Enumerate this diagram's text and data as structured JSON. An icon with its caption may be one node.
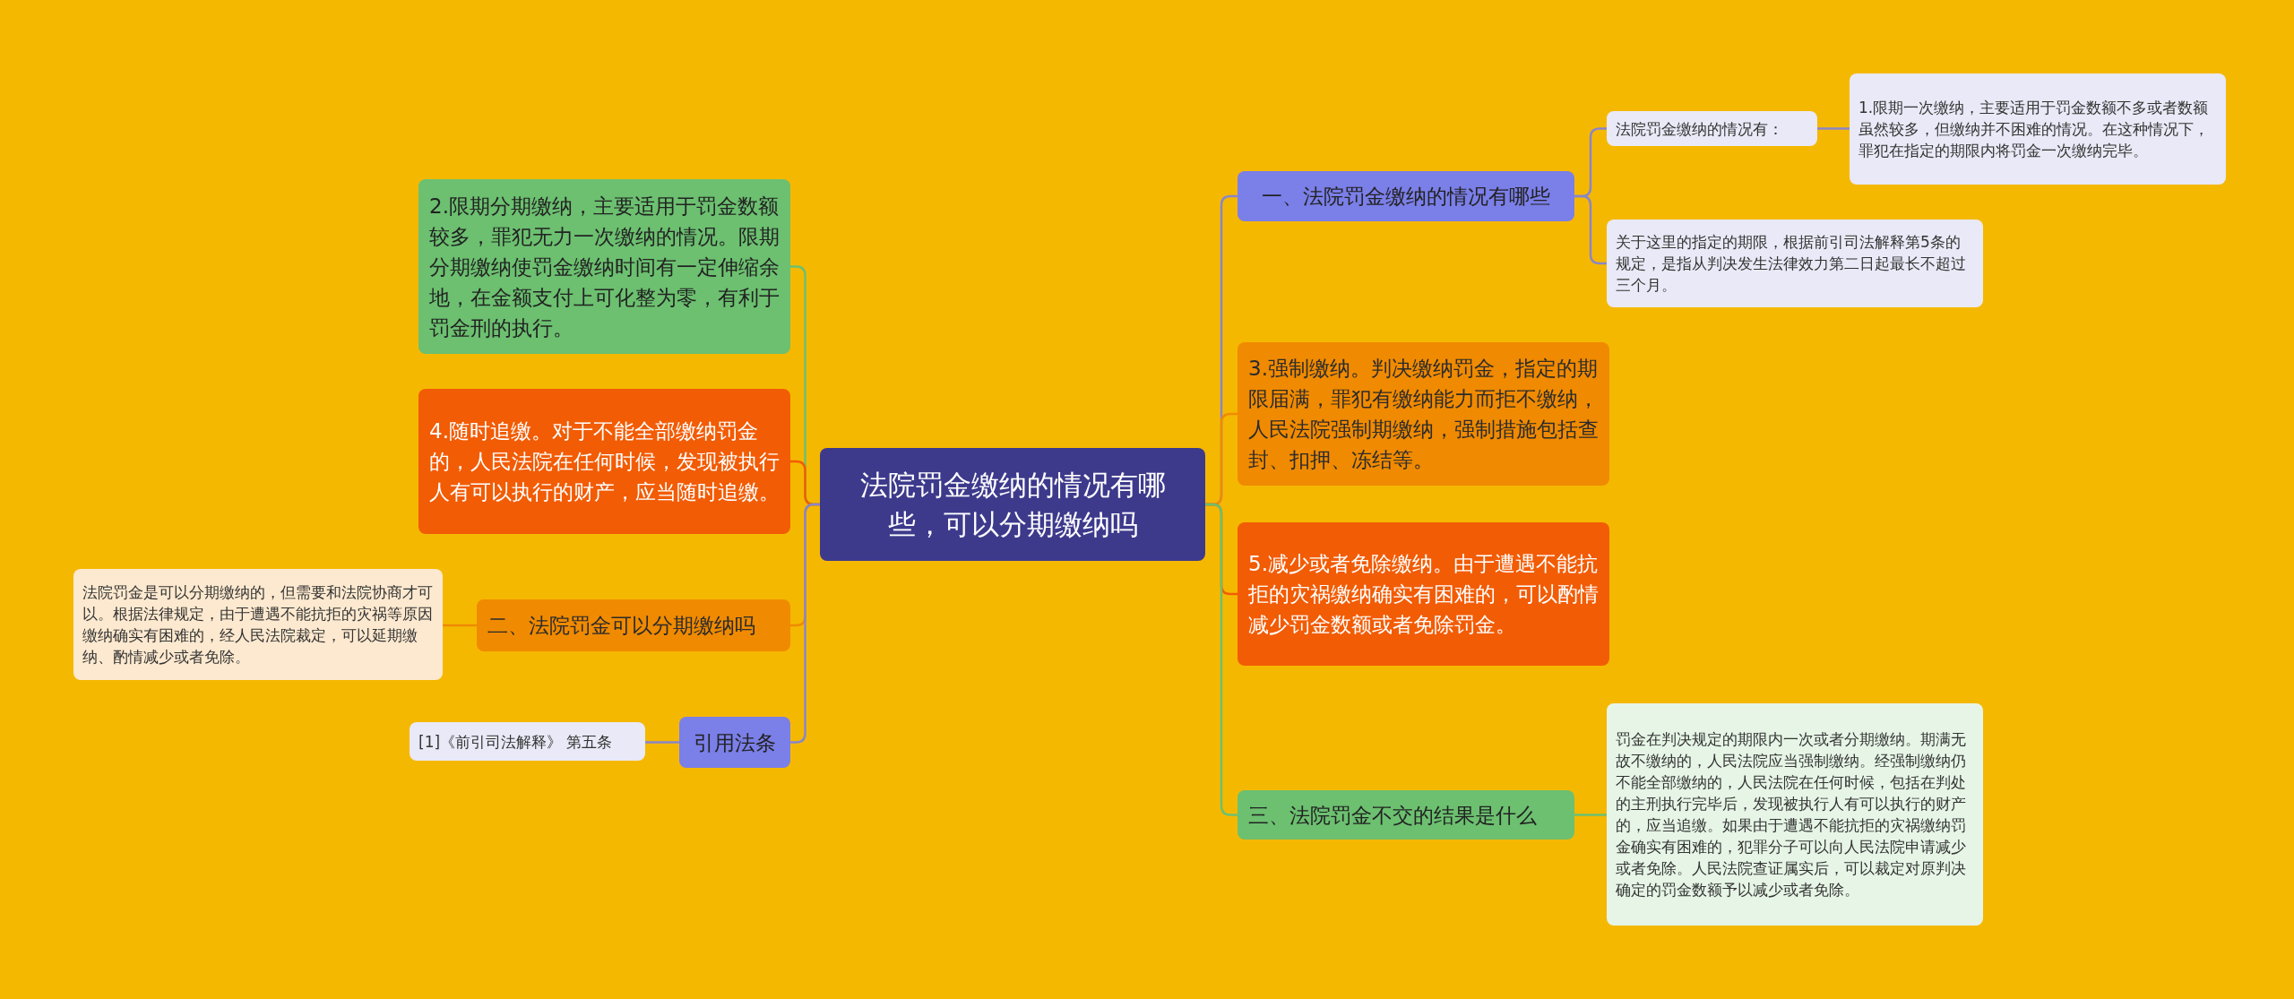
{
  "diagram": {
    "nodes": [
      {
        "text": [
          "法院罚金缴纳的情况有哪些，可以分期缴纳吗"
        ]
      },
      {
        "text": [
          "一、法院罚金缴纳的情况有哪些"
        ]
      },
      {
        "text": [
          "法院罚金缴纳的情况有："
        ]
      },
      {
        "text": [
          "1.限期一次缴纳，主要适用于罚金数额不多或者数额虽然较多，但缴纳并不困难的情况。在这种情况下，罪犯在指定的期限内将罚金一次缴纳完毕。"
        ]
      },
      {
        "text": [
          "关于这里的指定的期限，根据前引司法解释第5条的规定，是指从判决发生法律效力第二日起最长不超过三个月。"
        ]
      },
      {
        "text": [
          "3.强制缴纳。判决缴纳罚金，指定的期限届满，罪犯有缴纳能力而拒不缴纳，人民法院强制期缴纳，强制措施包括查封、扣押、冻结等。"
        ]
      },
      {
        "text": [
          "5.减少或者免除缴纳。由于遭遇不能抗拒的灾祸缴纳确实有困难的，可以酌情减少罚金数额或者免除罚金。"
        ]
      },
      {
        "text": [
          "三、法院罚金不交的结果是什么"
        ]
      },
      {
        "text": [
          "罚金在判决规定的期限内一次或者分期缴纳。期满无故不缴纳的，人民法院应当强制缴纳。经强制缴纳仍不能全部缴纳的，人民法院在任何时候，包括在判处的主刑执行完毕后，发现被执行人有可以执行的财产的，应当追缴。如果由于遭遇不能抗拒的灾祸缴纳罚金确实有困难的，犯罪分子可以向人民法院申请减少或者免除。人民法院查证属实后，可以裁定对原判决确定的罚金数额予以减少或者免除。"
        ]
      },
      {
        "text": [
          "2.限期分期缴纳，主要适用于罚金数额较多，罪犯无力一次缴纳的情况。限期分期缴纳使罚金缴纳时间有一定伸缩余地，在金额支付上可化整为零，有利于罚金刑的执行。"
        ]
      },
      {
        "text": [
          "4.随时追缴。对于不能全部缴纳罚金的，人民法院在任何时候，发现被执行人有可以执行的财产，应当随时追缴。"
        ]
      },
      {
        "text": [
          "二、法院罚金可以分期缴纳吗"
        ]
      },
      {
        "text": [
          "法院罚金是可以分期缴纳的，但需要和法院协商才可以。根据法律规定，由于遭遇不能抗拒的灾祸等原因缴纳确实有困难的，经人民法院裁定，可以延期缴纳、酌情减少或者免除。"
        ]
      },
      {
        "text": [
          "引用法条"
        ]
      },
      {
        "text": [
          "[1]《前引司法解释》 第五条"
        ]
      }
    ],
    "edges": [
      {
        "from": 0,
        "to": 1,
        "arrow": "none"
      },
      {
        "from": 1,
        "to": 2,
        "arrow": "none"
      },
      {
        "from": 2,
        "to": 3,
        "arrow": "none"
      },
      {
        "from": 1,
        "to": 4,
        "arrow": "none"
      },
      {
        "from": 0,
        "to": 5,
        "arrow": "none",
        "color": "#f08a00"
      },
      {
        "from": 0,
        "to": 6,
        "arrow": "none",
        "color": "#f25c05"
      },
      {
        "from": 0,
        "to": 7,
        "arrow": "none",
        "color": "#6cc070"
      },
      {
        "from": 7,
        "to": 8,
        "arrow": "none",
        "color": "#6cc070"
      },
      {
        "from": 0,
        "to": 9,
        "arrow": "none",
        "color": "#6cc070"
      },
      {
        "from": 0,
        "to": 10,
        "arrow": "none",
        "color": "#f25c05"
      },
      {
        "from": 0,
        "to": 11,
        "arrow": "none",
        "color": "#f08a00"
      },
      {
        "from": 11,
        "to": 12,
        "arrow": "none",
        "color": "#f08a00"
      },
      {
        "from": 0,
        "to": 13,
        "arrow": "none"
      },
      {
        "from": 13,
        "to": 14,
        "arrow": "none"
      }
    ]
  }
}
